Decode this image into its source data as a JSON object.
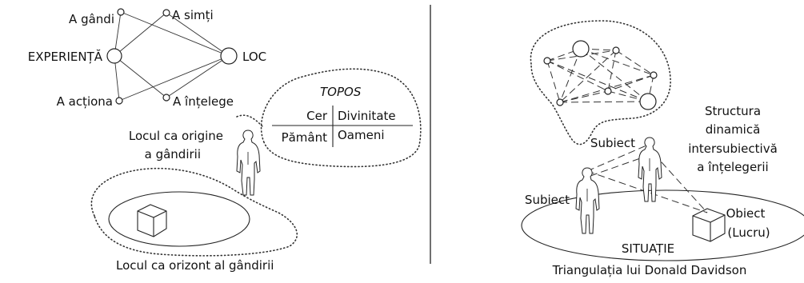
{
  "left": {
    "experience_label": "EXPERIENȚĂ",
    "loc_label": "LOC",
    "think_label": "A gândi",
    "feel_label": "A simți",
    "act_label": "A acționa",
    "understand_label": "A înțelege",
    "topos": {
      "title": "TOPOS",
      "top_left": "Cer",
      "top_right": "Divinitate",
      "bottom_left": "Pământ",
      "bottom_right": "Oameni"
    },
    "origin_line1": "Locul ca origine",
    "origin_line2": "a gândirii",
    "horizon_caption": "Locul ca orizont al gândirii"
  },
  "right": {
    "structure_line1": "Structura",
    "structure_line2": "dinamică",
    "structure_line3": "intersubiectivă",
    "structure_line4": "a înțelegerii",
    "subject_top": "Subiect",
    "subject_left": "Subiect",
    "object_line1": "Obiect",
    "object_line2": "(Lucru)",
    "situation": "SITUAȚIE",
    "caption": "Triangulația lui Donald Davidson"
  }
}
